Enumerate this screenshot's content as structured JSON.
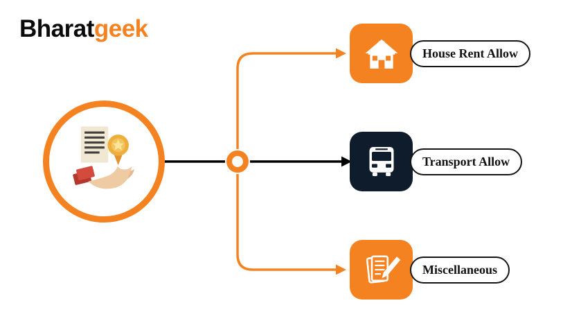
{
  "logo": {
    "part1": "Bharat",
    "part2": "geek"
  },
  "diagram": {
    "title": "Salary allowance components diagram",
    "source": {
      "icon": "salary-documents-medal-hand-illustration"
    },
    "nodes": [
      {
        "label": "House Rent Allow",
        "icon": "house-icon",
        "box_color": "#F58220"
      },
      {
        "label": "Transport Allow",
        "icon": "bus-icon",
        "box_color": "#0E1C2B"
      },
      {
        "label": "Miscellaneous",
        "icon": "document-pencil-icon",
        "box_color": "#F58220"
      }
    ],
    "colors": {
      "accent_orange": "#F58220",
      "dark_navy": "#0E1C2B",
      "line_black": "#000000",
      "background": "#FFFFFF"
    }
  }
}
